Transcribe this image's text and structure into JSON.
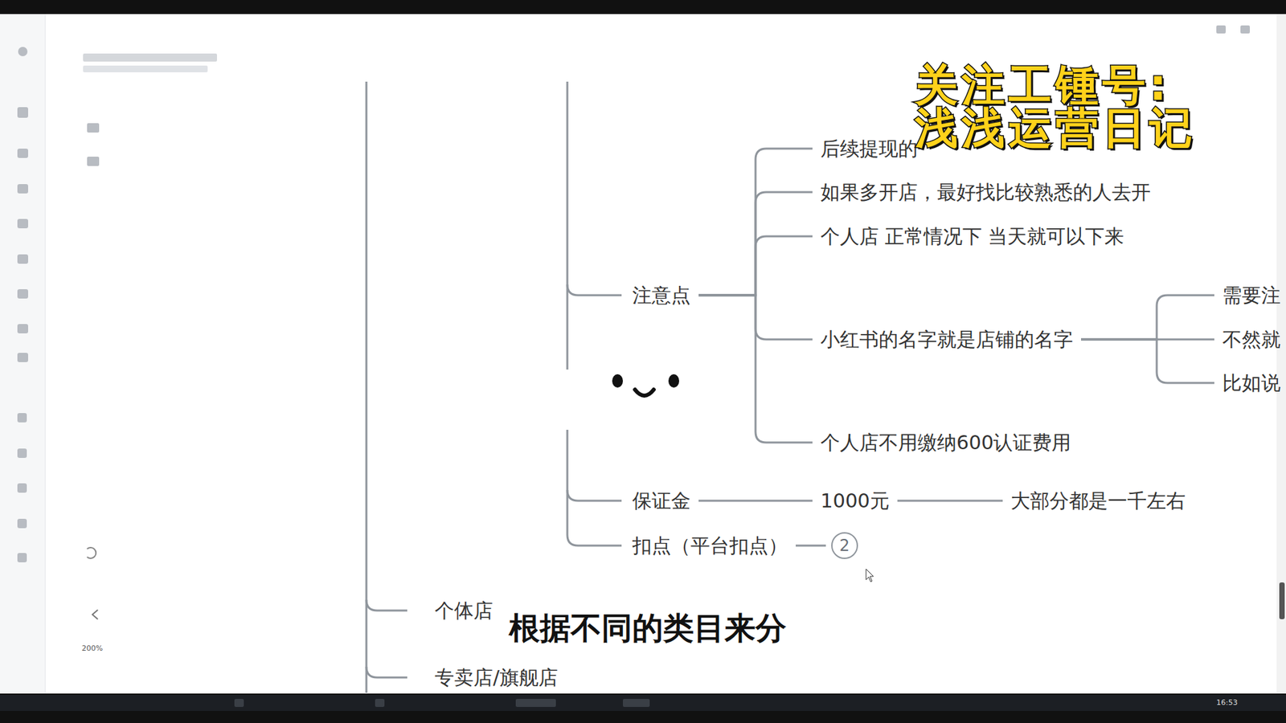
{
  "diagram": {
    "nodes": [
      {
        "text": [
          "注意点"
        ]
      },
      {
        "text": [
          "后续提现的"
        ]
      },
      {
        "text": [
          "如果多开店，最好找比较熟悉的人去开"
        ]
      },
      {
        "text": [
          "个人店 正常情况下 当天就可以下来"
        ]
      },
      {
        "text": [
          "小红书的名字就是店铺的名字"
        ]
      },
      {
        "text": [
          "需要注"
        ]
      },
      {
        "text": [
          "不然就"
        ]
      },
      {
        "text": [
          "比如说"
        ]
      },
      {
        "text": [
          "个人店不用缴纳600认证费用"
        ]
      },
      {
        "text": [
          "保证金"
        ]
      },
      {
        "text": [
          "1000元"
        ]
      },
      {
        "text": [
          "大部分都是一千左右"
        ]
      },
      {
        "text": [
          "扣点（平台扣点）"
        ]
      },
      {
        "text": [
          "2"
        ]
      },
      {
        "text": [
          "个体店"
        ]
      },
      {
        "text": [
          "专卖店/旗舰店"
        ]
      }
    ],
    "edges": [
      {
        "from": 0,
        "to": 1,
        "arrow": "none"
      },
      {
        "from": 0,
        "to": 2,
        "arrow": "none"
      },
      {
        "from": 0,
        "to": 3,
        "arrow": "none"
      },
      {
        "from": 0,
        "to": 4,
        "arrow": "none"
      },
      {
        "from": 0,
        "to": 8,
        "arrow": "none"
      },
      {
        "from": 4,
        "to": 5,
        "arrow": "none"
      },
      {
        "from": 4,
        "to": 6,
        "arrow": "none"
      },
      {
        "from": 4,
        "to": 7,
        "arrow": "none"
      },
      {
        "from": 9,
        "to": 10,
        "arrow": "none"
      },
      {
        "from": 10,
        "to": 11,
        "arrow": "none"
      },
      {
        "from": 12,
        "to": 13,
        "arrow": "none"
      }
    ],
    "labels": [
      "关注工锺号:",
      "浅浅运营日记",
      "根据不同的类目来分",
      "200%",
      "16:53"
    ]
  }
}
